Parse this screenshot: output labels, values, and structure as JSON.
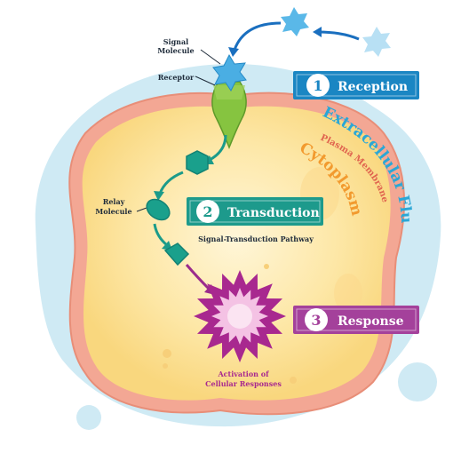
{
  "labels": {
    "signal_molecule_line1": "Signal",
    "signal_molecule_line2": "Molecule",
    "receptor": "Receptor",
    "relay_molecule_line1": "Relay",
    "relay_molecule_line2": "Molecule",
    "extracellular_fluid": "Extracellular Fluid",
    "plasma_membrane": "Plasma Membrane",
    "cytoplasm": "Cytoplasm",
    "signal_transduction_pathway": "Signal-Transduction Pathway",
    "activation_line1": "Activation of",
    "activation_line2": "Cellular Responses"
  },
  "stages": [
    {
      "number": "1",
      "label": "Reception",
      "color": "#1a86c3"
    },
    {
      "number": "2",
      "label": "Transduction",
      "color": "#1d9a8c"
    },
    {
      "number": "3",
      "label": "Response",
      "color": "#a4419b"
    }
  ],
  "colors": {
    "extracellular": "#cfeaf4",
    "membrane": "#f0a08e",
    "cytoplasm": "#fde3a0",
    "signal_molecule": "#5ab8e8",
    "receptor": "#86c440",
    "relay": "#1aa08c",
    "response": "#a8288f",
    "arrow_blue": "#1a6fbf",
    "arrow_green": "#1b9b8a",
    "arrow_purple": "#9b2b8c"
  }
}
